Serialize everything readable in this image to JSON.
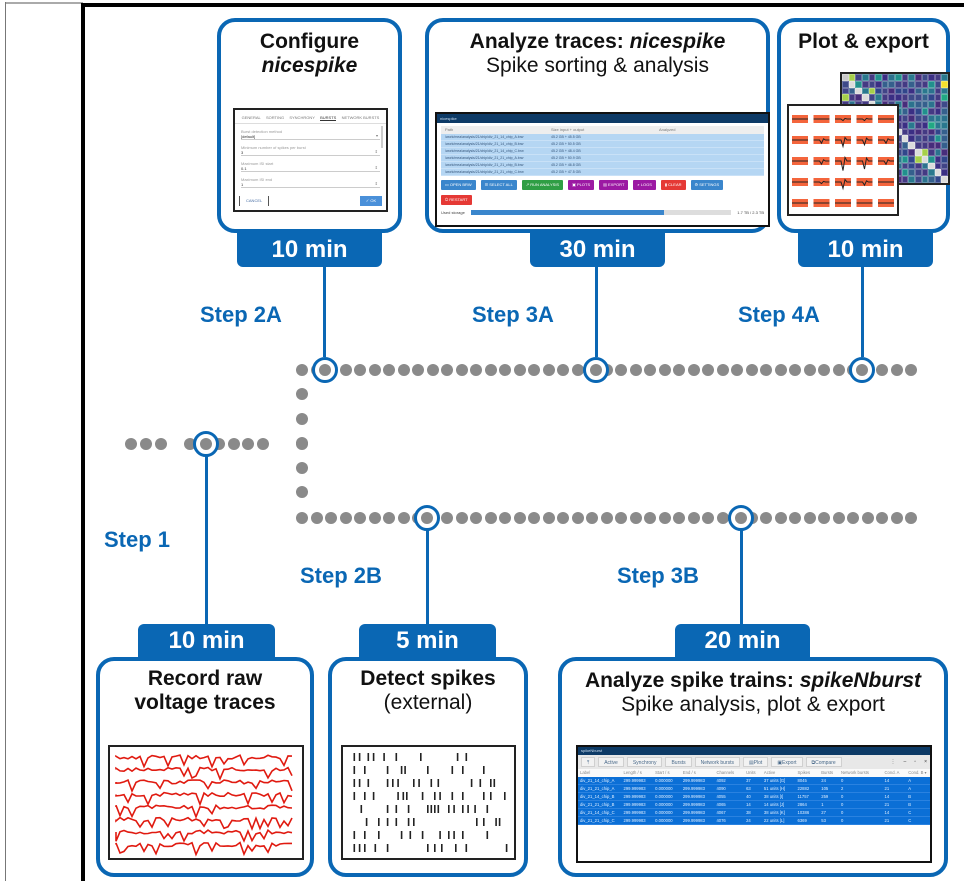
{
  "steps": {
    "step1": {
      "label": "Step 1",
      "duration": "10 min",
      "title_line1": "Record raw",
      "title_line2": "voltage traces"
    },
    "step2a": {
      "label": "Step 2A",
      "duration": "10 min",
      "title_line1": "Configure",
      "title_italic": "nicespike"
    },
    "step2b": {
      "label": "Step 2B",
      "duration": "5 min",
      "title": "Detect spikes",
      "subtitle": "(external)"
    },
    "step3a": {
      "label": "Step 3A",
      "duration": "30 min",
      "title_prefix": "Analyze traces: ",
      "title_italic": "nicespike",
      "subtitle": "Spike sorting & analysis"
    },
    "step3b": {
      "label": "Step 3B",
      "duration": "20 min",
      "title_prefix": "Analyze spike trains: ",
      "title_italic": "spikeNburst",
      "subtitle": "Spike analysis, plot & export"
    },
    "step4a": {
      "label": "Step 4A",
      "duration": "10 min",
      "title": "Plot & export"
    }
  },
  "configure_dialog": {
    "tabs": [
      "GENERAL",
      "SORTING",
      "SYNCHRONY",
      "BURSTS",
      "NETWORK BURSTS"
    ],
    "active_tab": 3,
    "fields": [
      {
        "label": "Burst detection method",
        "value": "[default]",
        "icon": "▾"
      },
      {
        "label": "Minimum number of spikes per burst",
        "value": "3",
        "icon": "⇕"
      },
      {
        "label": "Maximum ISI start",
        "value": "0.1",
        "icon": "⇕"
      },
      {
        "label": "Maximum ISI end",
        "value": "1",
        "icon": "⇕"
      }
    ],
    "cancel_label": "CANCEL",
    "ok_label": "✓ OK"
  },
  "nicespike_ui": {
    "window_title": "nicespike",
    "columns": [
      "Path",
      "Size input + output",
      "Analyzed"
    ],
    "rows": [
      {
        "path": "/work/mea/analysis/21/chip/div_21_14_chip_A.brw",
        "size": "45.2 GB + 45.5 GB",
        "analyzed": ""
      },
      {
        "path": "/work/mea/analysis/21/chip/div_21_14_chip_B.brw",
        "size": "45.2 GB + 50.5 GB",
        "analyzed": ""
      },
      {
        "path": "/work/mea/analysis/21/chip/div_21_14_chip_C.brw",
        "size": "45.2 GB + 48.4 GB",
        "analyzed": ""
      },
      {
        "path": "/work/mea/analysis/21/chip/div_21_21_chip_A.brw",
        "size": "45.2 GB + 50.9 GB",
        "analyzed": ""
      },
      {
        "path": "/work/mea/analysis/21/chip/div_21_21_chip_B.brw",
        "size": "45.2 GB + 46.8 GB",
        "analyzed": ""
      },
      {
        "path": "/work/mea/analysis/21/chip/div_21_21_chip_C.brw",
        "size": "45.2 GB + 47.5 GB",
        "analyzed": ""
      }
    ],
    "buttons": [
      {
        "label": "▭ OPEN BRW",
        "color": "#3a86cc"
      },
      {
        "label": "☰ SELECT ALL",
        "color": "#3a86cc"
      },
      {
        "label": "↗ RUN ANALYSIS",
        "color": "#2f9e44"
      },
      {
        "label": "▣ PLOTS",
        "color": "#9c1aa3"
      },
      {
        "label": "▤ EXPORT",
        "color": "#9c1aa3"
      },
      {
        "label": "⌕ LOGS",
        "color": "#9c1aa3"
      },
      {
        "label": "▮ CLEAR",
        "color": "#e53935"
      },
      {
        "label": "⚙ SETTINGS",
        "color": "#3a86cc"
      },
      {
        "label": "⏻ RESTART",
        "color": "#e53935"
      }
    ],
    "storage_label": "Used storage",
    "storage_fraction": 0.74,
    "storage_text": "1.7 TB / 2.3 TB"
  },
  "spikenburst_ui": {
    "window_title": "spikeNburst",
    "toolbar": [
      "⤒",
      "Active",
      "Synchrony",
      "Bursts",
      "Network bursts",
      "▤Plot",
      "▣Export",
      "⧉Compare"
    ],
    "window_controls": [
      "⋮",
      "–",
      "▫",
      "×"
    ],
    "columns": [
      "Label",
      "Length / s",
      "Start / s",
      "End / s",
      "Channels",
      "Units",
      "Active",
      "Spikes",
      "Bursts",
      "Network bursts",
      "Cond. A",
      "Cond. B ▾"
    ],
    "rows": [
      [
        "div_21_14_chip_A",
        "299.999983",
        "0.000000",
        "299.999983",
        "4092",
        "37",
        "37 units [G]",
        "8045",
        "24",
        "0",
        "14",
        "A"
      ],
      [
        "div_21_21_chip_A",
        "299.999983",
        "0.000000",
        "299.999983",
        "4090",
        "63",
        "51 units [H]",
        "22882",
        "105",
        "2",
        "21",
        "A"
      ],
      [
        "div_21_14_chip_B",
        "299.999983",
        "0.000000",
        "299.999983",
        "4055",
        "40",
        "38 units [I]",
        "11757",
        "259",
        "0",
        "14",
        "B"
      ],
      [
        "div_21_21_chip_B",
        "299.999983",
        "0.000000",
        "299.999983",
        "4065",
        "14",
        "14 units [J]",
        "2864",
        "1",
        "0",
        "21",
        "B"
      ],
      [
        "div_21_14_chip_C",
        "299.999983",
        "0.000000",
        "299.999983",
        "4067",
        "38",
        "38 units [K]",
        "10386",
        "27",
        "0",
        "14",
        "C"
      ],
      [
        "div_21_21_chip_C",
        "299.999983",
        "0.000000",
        "299.999983",
        "4076",
        "24",
        "22 units [L]",
        "6369",
        "53",
        "0",
        "21",
        "C"
      ]
    ]
  },
  "colors": {
    "accent_blue": "#0a67b4",
    "dot_gray": "#8a8a8a",
    "trace_red": "#e01a10",
    "selection_blue": "#0b6fd6"
  }
}
